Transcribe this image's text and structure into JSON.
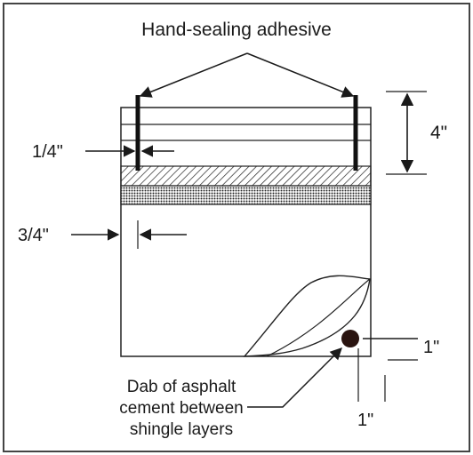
{
  "labels": {
    "title": "Hand-sealing adhesive",
    "quarter_inch": "1/4\"",
    "three_quarter_inch": "3/4\"",
    "four_inch": "4\"",
    "one_inch_right": "1\"",
    "one_inch_bottom": "1\"",
    "dab_line1": "Dab of asphalt",
    "dab_line2": "cement between",
    "dab_line3": "shingle layers"
  },
  "colors": {
    "ink": "#1a1a1a",
    "border": "#444444",
    "adhesive_dot": "#2a1410"
  }
}
